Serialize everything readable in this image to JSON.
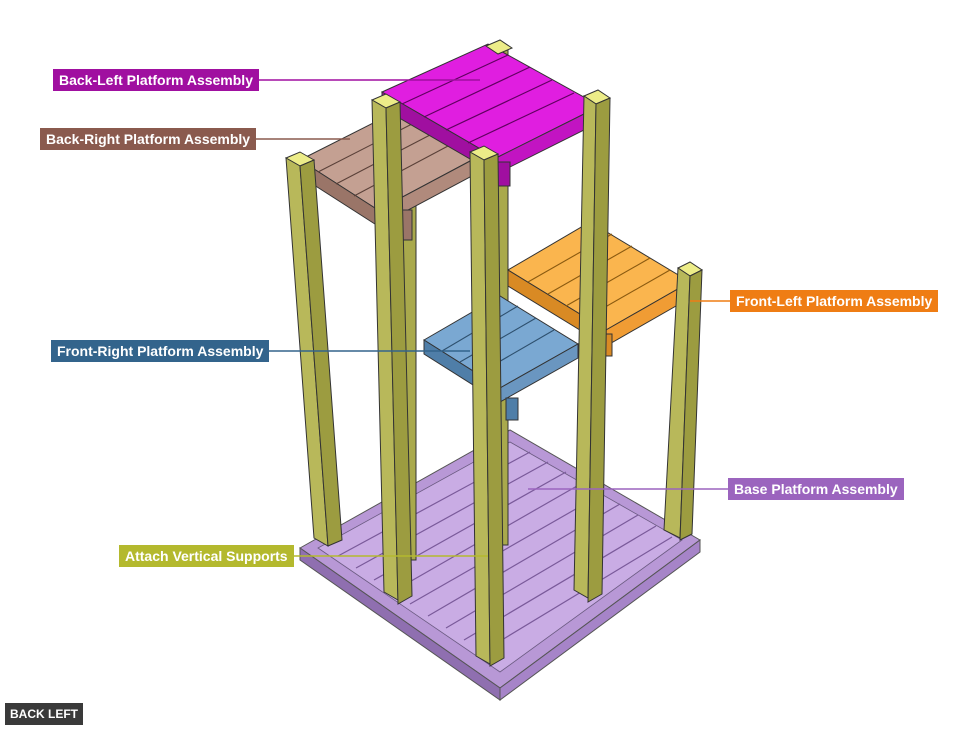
{
  "labels": [
    {
      "key": "back_left",
      "text": "Back-Left Platform Assembly",
      "color": "#a00fa0"
    },
    {
      "key": "back_right",
      "text": "Back-Right Platform Assembly",
      "color": "#8a5a4e"
    },
    {
      "key": "front_left",
      "text": "Front-Left Platform Assembly",
      "color": "#ef7d14"
    },
    {
      "key": "front_right",
      "text": "Front-Right Platform Assembly",
      "color": "#33648c"
    },
    {
      "key": "base",
      "text": "Base Platform Assembly",
      "color": "#9b64be"
    },
    {
      "key": "supports",
      "text": "Attach Vertical Supports",
      "color": "#b4b92e"
    }
  ],
  "view_badge": "BACK LEFT",
  "colors": {
    "base_fill": "#c8a8e0",
    "base_edge": "#9a7ab8",
    "post_fill": "#b8b85a",
    "post_cap": "#e8e880",
    "back_left_fill": "#d214d2",
    "back_right_fill": "#c09a8c",
    "front_left_fill": "#f9b04a",
    "front_right_fill": "#6a9cc8"
  }
}
